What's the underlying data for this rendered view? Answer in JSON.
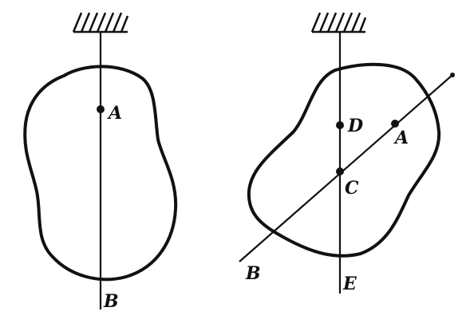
{
  "figures": {
    "left": {
      "point_labels": {
        "A": "A",
        "B": "B"
      }
    },
    "right": {
      "point_labels": {
        "A": "A",
        "B": "B",
        "C": "C",
        "D": "D",
        "E": "E"
      }
    }
  },
  "colors": {
    "ink": "#111111",
    "background": "#ffffff"
  }
}
